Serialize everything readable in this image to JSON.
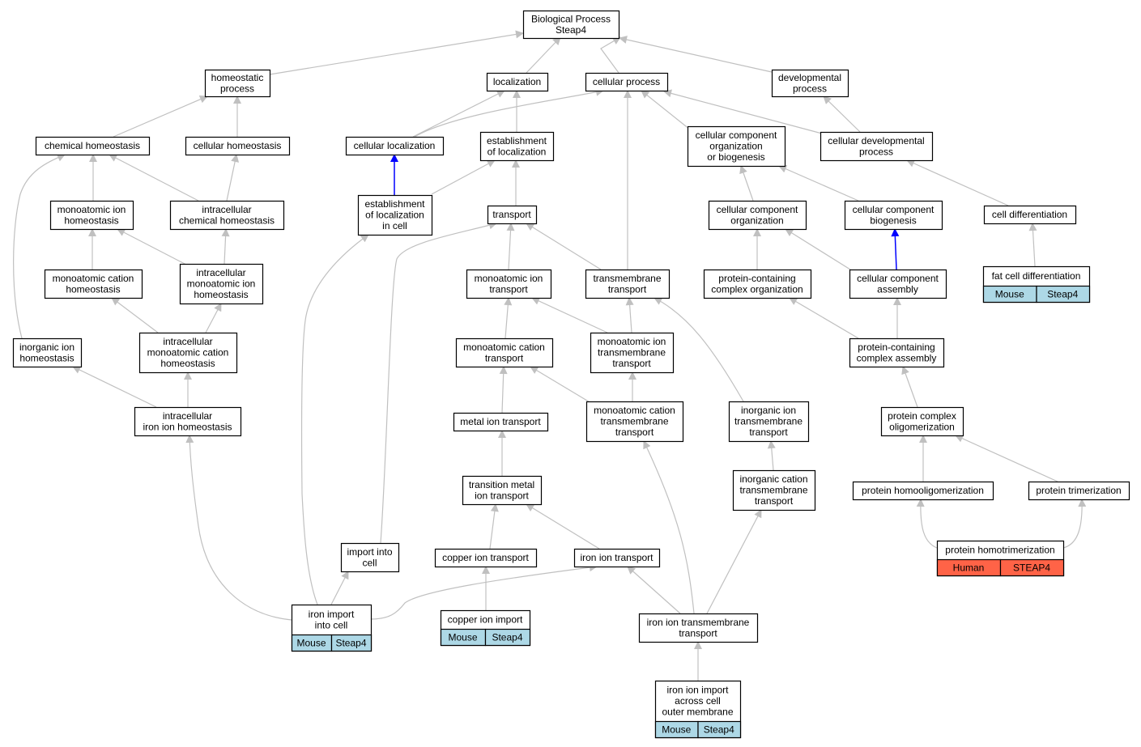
{
  "colors": {
    "edge_gray": "#c0c0c0",
    "edge_blue": "#0000ff",
    "mouse_bg": "#add8e6",
    "human_bg": "#ff6347",
    "node_border": "#000000"
  },
  "nodes": {
    "bp": {
      "lines": [
        "Biological Process",
        "Steap4"
      ]
    },
    "hp": {
      "lines": [
        "homeostatic",
        "process"
      ]
    },
    "loc": {
      "lines": [
        "localization"
      ]
    },
    "cp": {
      "lines": [
        "cellular process"
      ]
    },
    "dp": {
      "lines": [
        "developmental",
        "process"
      ]
    },
    "ch": {
      "lines": [
        "chemical homeostasis"
      ]
    },
    "celh": {
      "lines": [
        "cellular homeostasis"
      ]
    },
    "cl": {
      "lines": [
        "cellular localization"
      ]
    },
    "eol": {
      "lines": [
        "establishment",
        "of localization"
      ]
    },
    "ccob": {
      "lines": [
        "cellular component",
        "organization",
        "or biogenesis"
      ]
    },
    "cdp": {
      "lines": [
        "cellular developmental",
        "process"
      ]
    },
    "mih": {
      "lines": [
        "monoatomic ion",
        "homeostasis"
      ]
    },
    "ichh": {
      "lines": [
        "intracellular",
        "chemical homeostasis"
      ]
    },
    "eolc": {
      "lines": [
        "establishment",
        "of localization",
        "in cell"
      ]
    },
    "tr": {
      "lines": [
        "transport"
      ]
    },
    "cco": {
      "lines": [
        "cellular component",
        "organization"
      ]
    },
    "ccb": {
      "lines": [
        "cellular component",
        "biogenesis"
      ]
    },
    "cdiff": {
      "lines": [
        "cell differentiation"
      ]
    },
    "mch": {
      "lines": [
        "monoatomic cation",
        "homeostasis"
      ]
    },
    "imih": {
      "lines": [
        "intracellular",
        "monoatomic ion",
        "homeostasis"
      ]
    },
    "mit": {
      "lines": [
        "monoatomic ion",
        "transport"
      ]
    },
    "tmt": {
      "lines": [
        "transmembrane",
        "transport"
      ]
    },
    "pcco": {
      "lines": [
        "protein-containing",
        "complex organization"
      ]
    },
    "cca": {
      "lines": [
        "cellular component",
        "assembly"
      ]
    },
    "fcd": {
      "lines": [
        "fat cell differentiation"
      ],
      "species": "Mouse",
      "gene": "Steap4"
    },
    "iih": {
      "lines": [
        "inorganic ion",
        "homeostasis"
      ]
    },
    "imch": {
      "lines": [
        "intracellular",
        "monoatomic cation",
        "homeostasis"
      ]
    },
    "mct": {
      "lines": [
        "monoatomic cation",
        "transport"
      ]
    },
    "mitt": {
      "lines": [
        "monoatomic ion",
        "transmembrane",
        "transport"
      ]
    },
    "pcca": {
      "lines": [
        "protein-containing",
        "complex assembly"
      ]
    },
    "iiih": {
      "lines": [
        "intracellular",
        "iron ion homeostasis"
      ]
    },
    "mit2": {
      "lines": [
        "metal ion transport"
      ]
    },
    "mctt": {
      "lines": [
        "monoatomic cation",
        "transmembrane",
        "transport"
      ]
    },
    "iitt": {
      "lines": [
        "inorganic ion",
        "transmembrane",
        "transport"
      ]
    },
    "pco": {
      "lines": [
        "protein complex",
        "oligomerization"
      ]
    },
    "tmit": {
      "lines": [
        "transition metal",
        "ion transport"
      ]
    },
    "ictt": {
      "lines": [
        "inorganic cation",
        "transmembrane",
        "transport"
      ]
    },
    "pho": {
      "lines": [
        "protein homooligomerization"
      ]
    },
    "ptri": {
      "lines": [
        "protein trimerization"
      ]
    },
    "iic": {
      "lines": [
        "import into",
        "cell"
      ]
    },
    "cit": {
      "lines": [
        "copper ion transport"
      ]
    },
    "iit": {
      "lines": [
        "iron ion transport"
      ]
    },
    "phtri": {
      "lines": [
        "protein homotrimerization"
      ],
      "species": "Human",
      "gene": "STEAP4"
    },
    "iiic": {
      "lines": [
        "iron import",
        "into cell"
      ],
      "species": "Mouse",
      "gene": "Steap4"
    },
    "ci": {
      "lines": [
        "copper ion import"
      ],
      "species": "Mouse",
      "gene": "Steap4"
    },
    "iitmt": {
      "lines": [
        "iron ion transmembrane",
        "transport"
      ]
    },
    "iiom": {
      "lines": [
        "iron ion import",
        "across cell",
        "outer membrane"
      ],
      "species": "Mouse",
      "gene": "Steap4"
    }
  }
}
